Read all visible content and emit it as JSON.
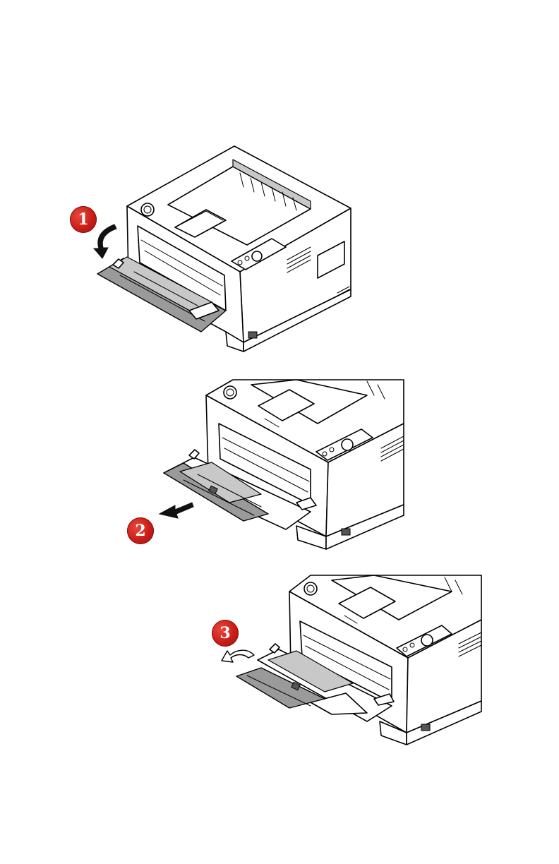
{
  "steps": [
    {
      "number": "1"
    },
    {
      "number": "2"
    },
    {
      "number": "3"
    }
  ],
  "colors": {
    "badge": "#c81d17",
    "tray": "#9a9a9a",
    "outline": "#000000"
  },
  "icons": [
    "printer-illustration",
    "curved-arrow-icon",
    "straight-arrow-icon",
    "flip-arrow-icon"
  ]
}
